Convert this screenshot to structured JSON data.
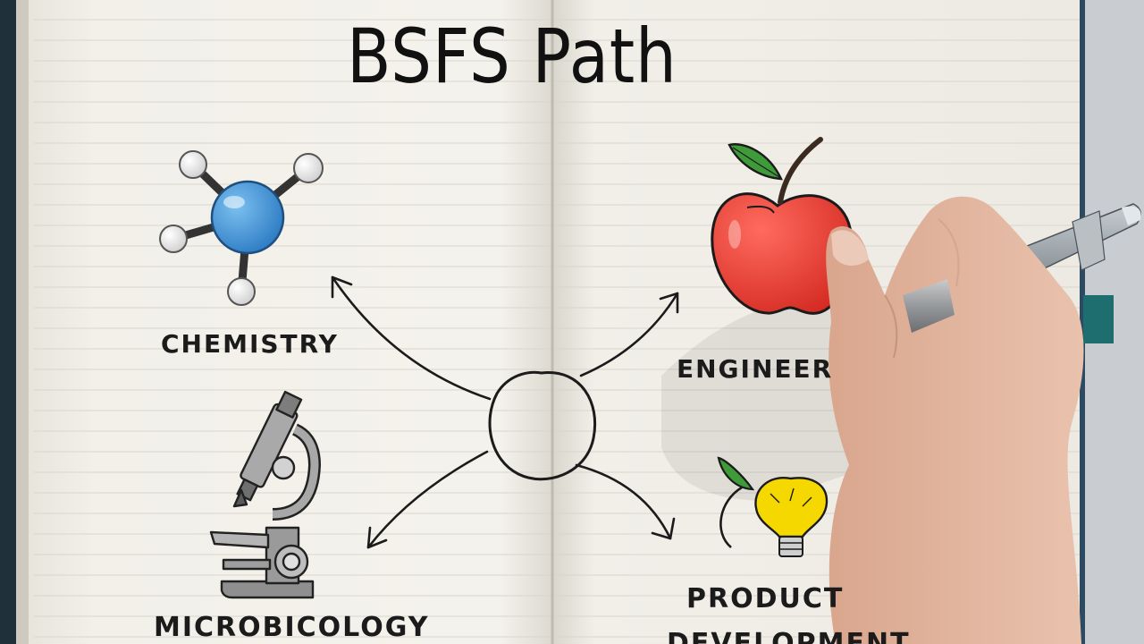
{
  "title": "BSFS Path",
  "topics": {
    "chemistry": "CHEMISTRY",
    "engineer": "ENGINEER",
    "microbicology": "MICROBICOLOGY",
    "product_line1": "PRODUCT",
    "product_line2": "DEVELOPMENT"
  },
  "colors": {
    "paper": "#f3f1ea",
    "ink": "#1b1b1b",
    "molecule_blue": "#3a8fd6",
    "apple_red": "#e53935",
    "leaf_green": "#3f9b3a",
    "bulb_yellow": "#f5d800",
    "skin": "#e2b79f",
    "pen": "#9aa2a8"
  },
  "icons": [
    "molecule-icon",
    "microscope-icon",
    "apple-icon",
    "lightbulb-icon",
    "hand-with-pen"
  ]
}
